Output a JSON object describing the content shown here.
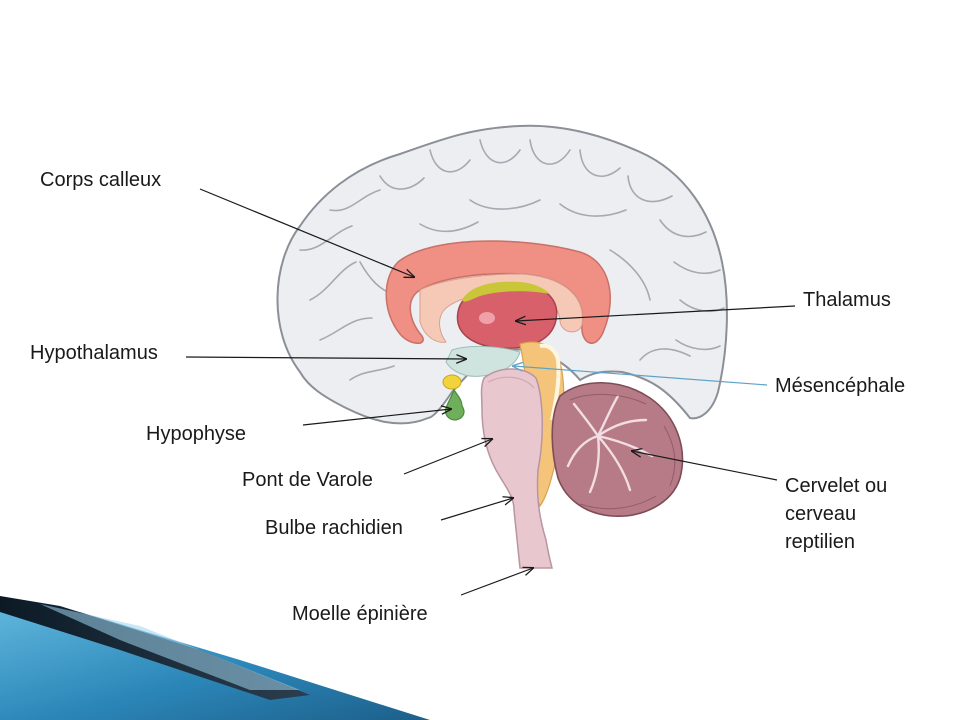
{
  "labels": {
    "corps_calleux": "Corps calleux",
    "hypothalamus": "Hypothalamus",
    "hypophyse": "Hypophyse",
    "pont": "Pont de Varole",
    "bulbe": "Bulbe rachidien",
    "moelle": "Moelle épinière",
    "thalamus": "Thalamus",
    "mesencephale": "Mésencéphale",
    "cervelet_lines": [
      "Cervelet ou",
      "cerveau",
      "reptilien"
    ]
  },
  "colors": {
    "cortex_fill": "#eceef2",
    "cortex_stroke": "#8c8f97",
    "corpus_callosum": "#f08f84",
    "thalamus": "#d8606a",
    "midbrain": "#f4c47a",
    "brainstem": "#e8c7cf",
    "hypothalamus": "#cfe4df",
    "pituitary": "#6fae5a",
    "mammillary": "#f2d33b",
    "cerebellum": "#b77b87",
    "accent_dark": "#1b2b3a",
    "accent_blue": "#2b86b8",
    "arrow_mesencephale": "#5ea3c7"
  }
}
